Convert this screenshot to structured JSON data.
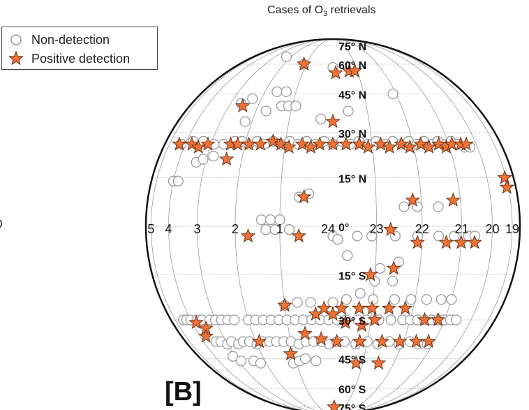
{
  "chart": {
    "title_prefix": "Cases of O",
    "title_sub": "3",
    "title_suffix": " retrievals",
    "panel_label": "[B]",
    "edge_label": "0"
  },
  "legend": {
    "items": [
      {
        "label": "Non-detection",
        "marker": "circle-icon"
      },
      {
        "label": "Positive detection",
        "marker": "star-icon"
      }
    ]
  },
  "colors": {
    "star": "#f07236",
    "star_stroke": "#5a2a10",
    "circle_stroke": "#9a9a9a",
    "grid": "#9a9a9a",
    "outline": "#111111"
  },
  "chart_data": {
    "type": "scatter",
    "projection": "orthographic-celestial",
    "x_axis": "right ascension (h)",
    "y_axis": "declination (deg)",
    "ra_ticks": [
      "5",
      "4",
      "3",
      "2",
      "1",
      "24",
      "23",
      "22",
      "21",
      "20",
      "19"
    ],
    "dec_ticks": [
      "75° N",
      "60° N",
      "45° N",
      "30° N",
      "15° N",
      "0°",
      "15° S",
      "30° S",
      "45° S",
      "60° S",
      "75° S"
    ],
    "grid": true,
    "legend_position": "top-left",
    "series": [
      {
        "name": "Non-detection",
        "marker": "open-circle",
        "points": [
          [
            2.3,
            65
          ],
          [
            1.1,
            60
          ],
          [
            23.2,
            58
          ],
          [
            23.9,
            58
          ],
          [
            2.3,
            43
          ],
          [
            1.6,
            46
          ],
          [
            1.3,
            46
          ],
          [
            22.1,
            45
          ],
          [
            2.6,
            41
          ],
          [
            23.5,
            38
          ],
          [
            1.7,
            38
          ],
          [
            1.3,
            40
          ],
          [
            1.1,
            40
          ],
          [
            0.9,
            40
          ],
          [
            2.2,
            34
          ],
          [
            0.2,
            35
          ],
          [
            4.2,
            26
          ],
          [
            3.7,
            27
          ],
          [
            3.3,
            27
          ],
          [
            2.9,
            26
          ],
          [
            2.6,
            26
          ],
          [
            2.3,
            27
          ],
          [
            2.1,
            27
          ],
          [
            1.9,
            26
          ],
          [
            1.7,
            27
          ],
          [
            1.5,
            26
          ],
          [
            1.3,
            27
          ],
          [
            1.1,
            26
          ],
          [
            0.9,
            27
          ],
          [
            0.7,
            26
          ],
          [
            0.5,
            27
          ],
          [
            0.3,
            26
          ],
          [
            0.1,
            27
          ],
          [
            23.9,
            26
          ],
          [
            23.7,
            27
          ],
          [
            23.5,
            26
          ],
          [
            23.3,
            27
          ],
          [
            23.1,
            26
          ],
          [
            22.9,
            27
          ],
          [
            22.7,
            26
          ],
          [
            22.5,
            27
          ],
          [
            22.3,
            26
          ],
          [
            22.1,
            27
          ],
          [
            21.9,
            26
          ],
          [
            21.7,
            27
          ],
          [
            21.5,
            26
          ],
          [
            21.3,
            27
          ],
          [
            21.1,
            26
          ],
          [
            20.9,
            27
          ],
          [
            20.7,
            26
          ],
          [
            20.5,
            25
          ],
          [
            20.3,
            25
          ],
          [
            3.3,
            20
          ],
          [
            3.1,
            21
          ],
          [
            2.8,
            22
          ],
          [
            4.0,
            14
          ],
          [
            3.8,
            14
          ],
          [
            0.6,
            9
          ],
          [
            0.4,
            10
          ],
          [
            22.4,
            6
          ],
          [
            22.1,
            6
          ],
          [
            21.6,
            6
          ],
          [
            1.4,
            2
          ],
          [
            1.2,
            2
          ],
          [
            1.0,
            2
          ],
          [
            1.3,
            -1
          ],
          [
            1.1,
            -1
          ],
          [
            0.8,
            -1
          ],
          [
            23.9,
            -3
          ],
          [
            23.8,
            -4
          ],
          [
            23.4,
            -3
          ],
          [
            23.1,
            -3
          ],
          [
            22.6,
            -3
          ],
          [
            22.1,
            -3
          ],
          [
            21.6,
            -3
          ],
          [
            21.2,
            -3
          ],
          [
            20.8,
            -3
          ],
          [
            20.6,
            -3
          ],
          [
            23.6,
            -9
          ],
          [
            22.9,
            -13
          ],
          [
            22.5,
            -11
          ],
          [
            23.0,
            -17
          ],
          [
            22.6,
            -17
          ],
          [
            23.3,
            -21
          ],
          [
            23.6,
            -23
          ],
          [
            23.0,
            -23
          ],
          [
            22.5,
            -23
          ],
          [
            22.1,
            -23
          ],
          [
            21.7,
            -23
          ],
          [
            21.3,
            -23
          ],
          [
            21.0,
            -23
          ],
          [
            1.0,
            -25
          ],
          [
            0.7,
            -24
          ],
          [
            0.4,
            -24
          ],
          [
            23.9,
            -24
          ],
          [
            4.4,
            -30
          ],
          [
            4.2,
            -30
          ],
          [
            4.0,
            -30
          ],
          [
            3.7,
            -30
          ],
          [
            3.5,
            -30
          ],
          [
            3.2,
            -30
          ],
          [
            3.0,
            -30
          ],
          [
            2.8,
            -30
          ],
          [
            2.6,
            -30
          ],
          [
            2.4,
            -30
          ],
          [
            2.0,
            -30
          ],
          [
            1.8,
            -30
          ],
          [
            1.6,
            -30
          ],
          [
            1.4,
            -30
          ],
          [
            1.2,
            -30
          ],
          [
            1.0,
            -30
          ],
          [
            0.8,
            -30
          ],
          [
            0.6,
            -30
          ],
          [
            0.4,
            -30
          ],
          [
            0.2,
            -30
          ],
          [
            0.0,
            -30
          ],
          [
            23.8,
            -30
          ],
          [
            23.6,
            -30
          ],
          [
            23.3,
            -30
          ],
          [
            23.1,
            -30
          ],
          [
            22.8,
            -30
          ],
          [
            22.5,
            -30
          ],
          [
            22.2,
            -30
          ],
          [
            22.0,
            -30
          ],
          [
            21.8,
            -30
          ],
          [
            21.6,
            -30
          ],
          [
            21.4,
            -30
          ],
          [
            21.2,
            -30
          ],
          [
            21.0,
            -30
          ],
          [
            20.8,
            -30
          ],
          [
            20.6,
            -30
          ],
          [
            3.4,
            -38
          ],
          [
            3.2,
            -38
          ],
          [
            3.0,
            -39
          ],
          [
            2.8,
            -38
          ],
          [
            2.6,
            -39
          ],
          [
            2.4,
            -38
          ],
          [
            2.2,
            -38
          ],
          [
            2.0,
            -39
          ],
          [
            1.8,
            -38
          ],
          [
            1.6,
            -38
          ],
          [
            1.4,
            -38
          ],
          [
            1.2,
            -38
          ],
          [
            1.0,
            -38
          ],
          [
            0.8,
            -39
          ],
          [
            0.6,
            -38
          ],
          [
            0.4,
            -38
          ],
          [
            0.2,
            -38
          ],
          [
            0.0,
            -39
          ],
          [
            23.8,
            -38
          ],
          [
            23.6,
            -38
          ],
          [
            23.3,
            -39
          ],
          [
            23.0,
            -38
          ],
          [
            22.7,
            -39
          ],
          [
            22.4,
            -38
          ],
          [
            22.1,
            -39
          ],
          [
            21.8,
            -38
          ],
          [
            21.5,
            -39
          ],
          [
            21.2,
            -39
          ],
          [
            3.1,
            -44
          ],
          [
            2.9,
            -46
          ],
          [
            2.4,
            -46
          ],
          [
            2.2,
            -47
          ],
          [
            1.1,
            -47
          ],
          [
            0.9,
            -46
          ],
          [
            0.7,
            -45
          ],
          [
            0.4,
            -46
          ]
        ]
      },
      {
        "name": "Positive detection",
        "marker": "filled-star",
        "points": [
          [
            1.1,
            60
          ],
          [
            23.8,
            55
          ],
          [
            23.3,
            56
          ],
          [
            23.1,
            56
          ],
          [
            2.5,
            40
          ],
          [
            23.9,
            34
          ],
          [
            4.3,
            26
          ],
          [
            3.7,
            26
          ],
          [
            3.4,
            25
          ],
          [
            3.1,
            26
          ],
          [
            2.4,
            26
          ],
          [
            2.2,
            26
          ],
          [
            1.9,
            26
          ],
          [
            1.6,
            26
          ],
          [
            1.3,
            27
          ],
          [
            1.1,
            26
          ],
          [
            0.9,
            25
          ],
          [
            0.6,
            26
          ],
          [
            0.4,
            25
          ],
          [
            0.2,
            26
          ],
          [
            23.9,
            26
          ],
          [
            23.6,
            26
          ],
          [
            23.3,
            26
          ],
          [
            23.1,
            25
          ],
          [
            22.8,
            26
          ],
          [
            22.6,
            25
          ],
          [
            22.3,
            26
          ],
          [
            22.1,
            25
          ],
          [
            21.8,
            26
          ],
          [
            21.6,
            25
          ],
          [
            21.3,
            26
          ],
          [
            21.1,
            25
          ],
          [
            20.9,
            26
          ],
          [
            20.6,
            26
          ],
          [
            20.4,
            26
          ],
          [
            2.4,
            21
          ],
          [
            0.5,
            9
          ],
          [
            22.2,
            8
          ],
          [
            21.2,
            8
          ],
          [
            19.1,
            15
          ],
          [
            19.1,
            12
          ],
          [
            1.7,
            -3
          ],
          [
            0.6,
            -3
          ],
          [
            22.7,
            -1
          ],
          [
            22.1,
            -5
          ],
          [
            21.4,
            -5
          ],
          [
            21.0,
            -5
          ],
          [
            20.6,
            -5
          ],
          [
            23.1,
            -15
          ],
          [
            22.6,
            -13
          ],
          [
            1.0,
            -25
          ],
          [
            0.3,
            -28
          ],
          [
            0.1,
            -26
          ],
          [
            23.9,
            -28
          ],
          [
            23.7,
            -26
          ],
          [
            23.3,
            -26
          ],
          [
            23.0,
            -26
          ],
          [
            22.6,
            -26
          ],
          [
            22.2,
            -26
          ],
          [
            23.6,
            -31
          ],
          [
            23.2,
            -32
          ],
          [
            22.9,
            -30
          ],
          [
            21.6,
            -30
          ],
          [
            21.2,
            -30
          ],
          [
            3.8,
            -31
          ],
          [
            3.5,
            -33
          ],
          [
            3.7,
            -36
          ],
          [
            0.6,
            -35
          ],
          [
            0.2,
            -37
          ],
          [
            23.8,
            -38
          ],
          [
            23.2,
            -38
          ],
          [
            22.6,
            -38
          ],
          [
            22.1,
            -38
          ],
          [
            21.6,
            -38
          ],
          [
            21.2,
            -38
          ],
          [
            1.9,
            -38
          ],
          [
            1.1,
            -43
          ],
          [
            23.2,
            -47
          ],
          [
            22.5,
            -47
          ],
          [
            23.8,
            -75
          ]
        ]
      }
    ]
  }
}
